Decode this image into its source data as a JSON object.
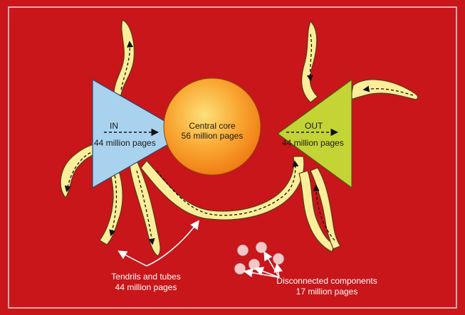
{
  "colors": {
    "background": "#c8161a",
    "frame": "#f3d9d9",
    "in_fill": "#a9d2ee",
    "out_fill": "#c4d434",
    "core_inner": "#fde07a",
    "core_outer": "#f07a12",
    "tendril_fill": "#fbee9a",
    "disconnected_fill": "#f7c7c7",
    "arrow_white": "#ffffff"
  },
  "in_component": {
    "name": "IN",
    "size": "44 million pages"
  },
  "core_component": {
    "name": "Central core",
    "size": "56 million pages"
  },
  "out_component": {
    "name": "OUT",
    "size": "44 million pages"
  },
  "tendrils": {
    "name": "Tendrils and tubes",
    "size": "44 million pages"
  },
  "disconnected": {
    "name": "Disconnected components",
    "size": "17 million pages"
  }
}
